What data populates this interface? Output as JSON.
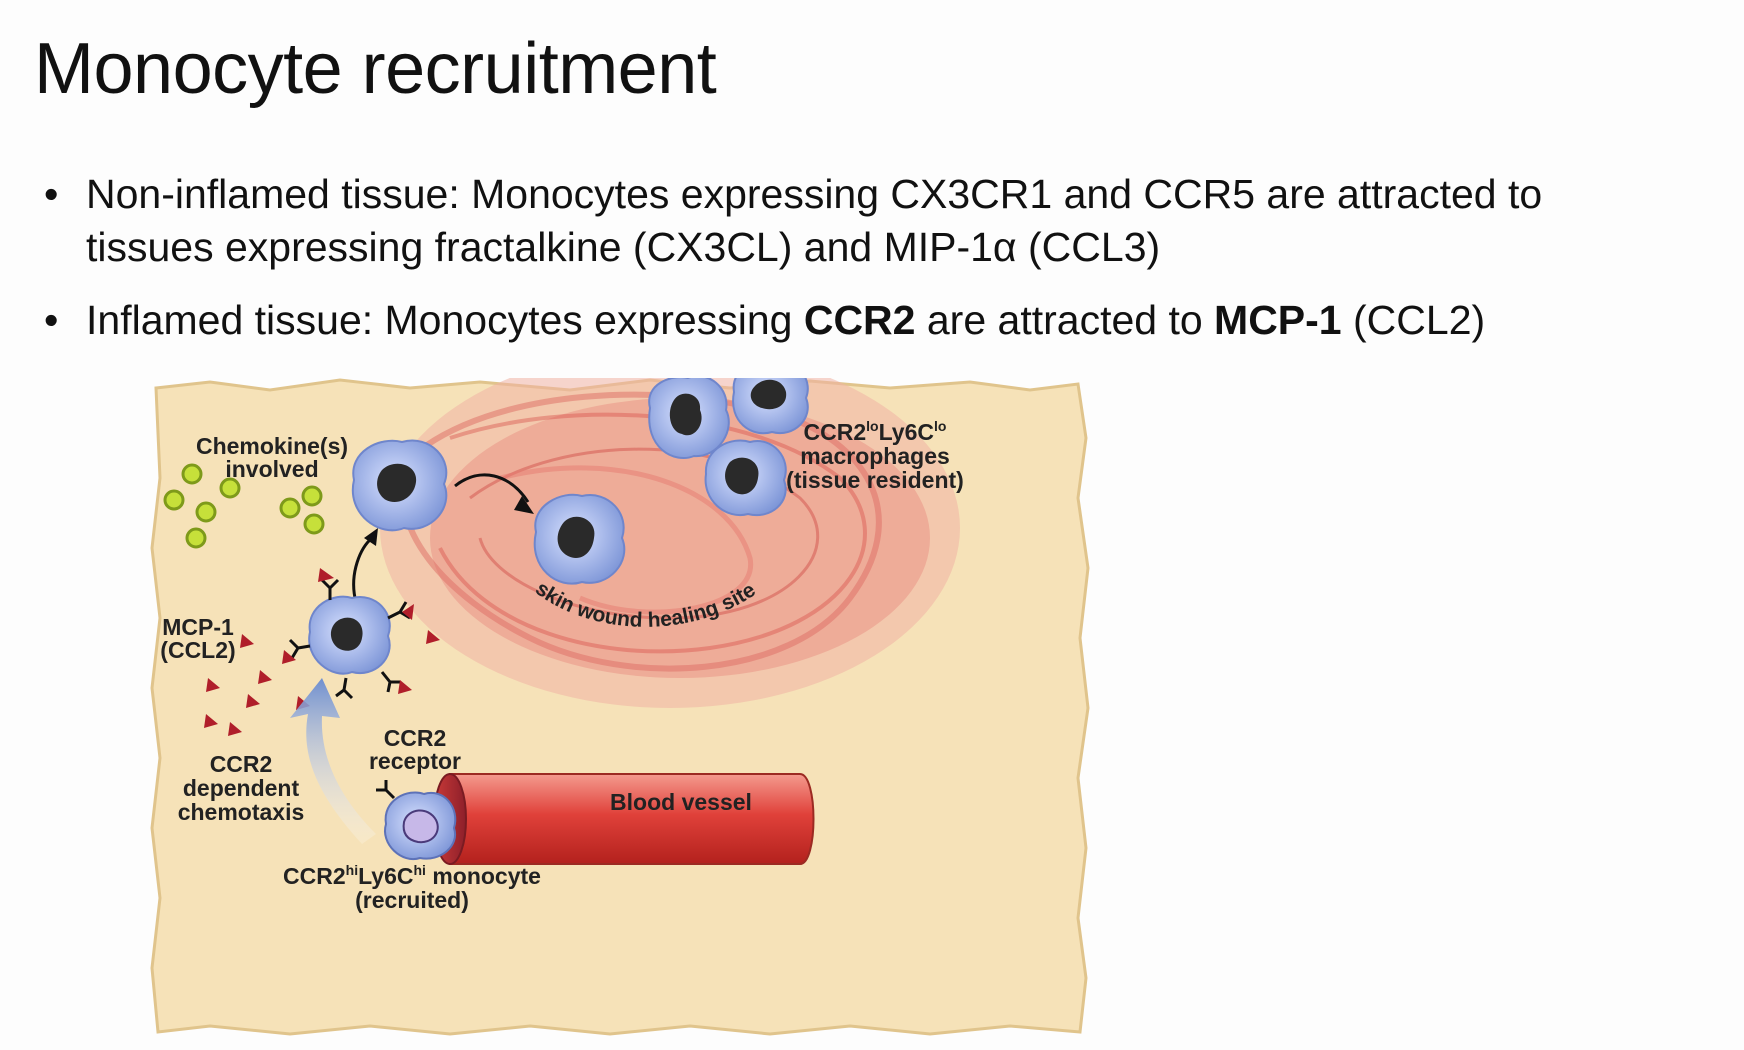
{
  "slide": {
    "title": "Monocyte recruitment",
    "bullet_symbol": "•",
    "bullets": [
      {
        "text_a": "Non-inflamed tissue: Monocytes expressing CX3CR1 and CCR5 are attracted to",
        "text_b": "tissues expressing fractalkine (CX3CL) and MIP-1α (CCL3)"
      },
      {
        "pre": "Inflamed tissue: Monocytes expressing ",
        "bold1": "CCR2",
        "mid": " are attracted to ",
        "bold2": "MCP-1",
        "post": " (CCL2)"
      }
    ]
  },
  "figure": {
    "labels": {
      "chemokines_1": "Chemokine(s)",
      "chemokines_2": "involved",
      "mcp_1": "MCP-1",
      "mcp_2": "(CCL2)",
      "ccr2_chemo_1": "CCR2",
      "ccr2_chemo_2": "dependent",
      "ccr2_chemo_3": "chemotaxis",
      "receptor_1": "CCR2",
      "receptor_2": "receptor",
      "blood_vessel": "Blood vessel",
      "monocyte_pre": "CCR2",
      "monocyte_sup1": "hi",
      "monocyte_mid": "Ly6C",
      "monocyte_sup2": "hi",
      "monocyte_post": " monocyte",
      "monocyte_2": "(recruited)",
      "macro_pre": "CCR2",
      "macro_sup1": "lo",
      "macro_mid": "Ly6C",
      "macro_sup2": "lo",
      "macro_2": "macrophages",
      "macro_3": "(tissue resident)",
      "wound": "skin wound healing site"
    },
    "colors": {
      "parchment": "#f6e2b8",
      "wound": "#e88a80",
      "cell": "#8fa6e0",
      "nucleus": "#2a2a2a",
      "vessel": "#e0413a",
      "chemokine": "#c6e03a",
      "mcp1": "#b01e2a"
    }
  }
}
